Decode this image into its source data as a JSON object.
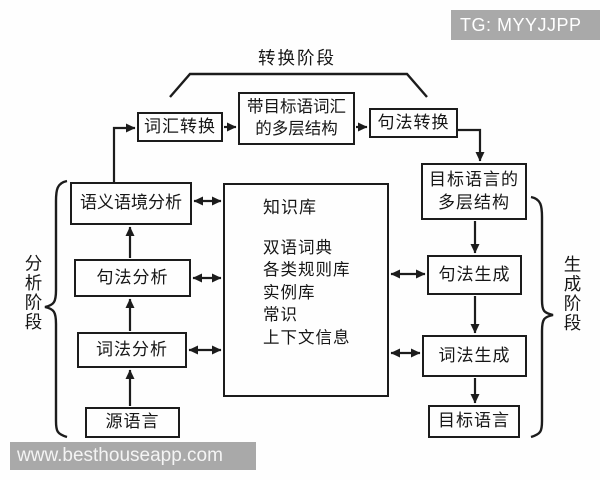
{
  "badge": {
    "text": "TG: MYYJJPP"
  },
  "watermark": {
    "text": "www.besthouseapp.com"
  },
  "phases": {
    "transform": "转换阶段",
    "analysis": "分析阶段",
    "generation": "生成阶段"
  },
  "boxes": {
    "lexical_transfer": "词汇转换",
    "target_word_structure": "带目标语词汇\n的多层结构",
    "syntax_transfer": "句法转换",
    "target_lang_structure": "目标语言的\n多层结构",
    "semantic_context_analysis": "语义语境分析",
    "syntax_analysis": "句法分析",
    "lexical_analysis": "词法分析",
    "source_language": "源语言",
    "syntax_generation": "句法生成",
    "lexical_generation": "词法生成",
    "target_language": "目标语言"
  },
  "knowledge": {
    "title": "知识库",
    "items": [
      "双语词典",
      "各类规则库",
      "实例库",
      "常识",
      "上下文信息"
    ]
  },
  "colors": {
    "ink": "#1c1c1c",
    "badge_bg": "#a9a9a9",
    "badge_text": "#ffffff",
    "watermark_bg": "#a9a9a9",
    "watermark_text": "#f4f4f4",
    "background": "#fefefe"
  }
}
